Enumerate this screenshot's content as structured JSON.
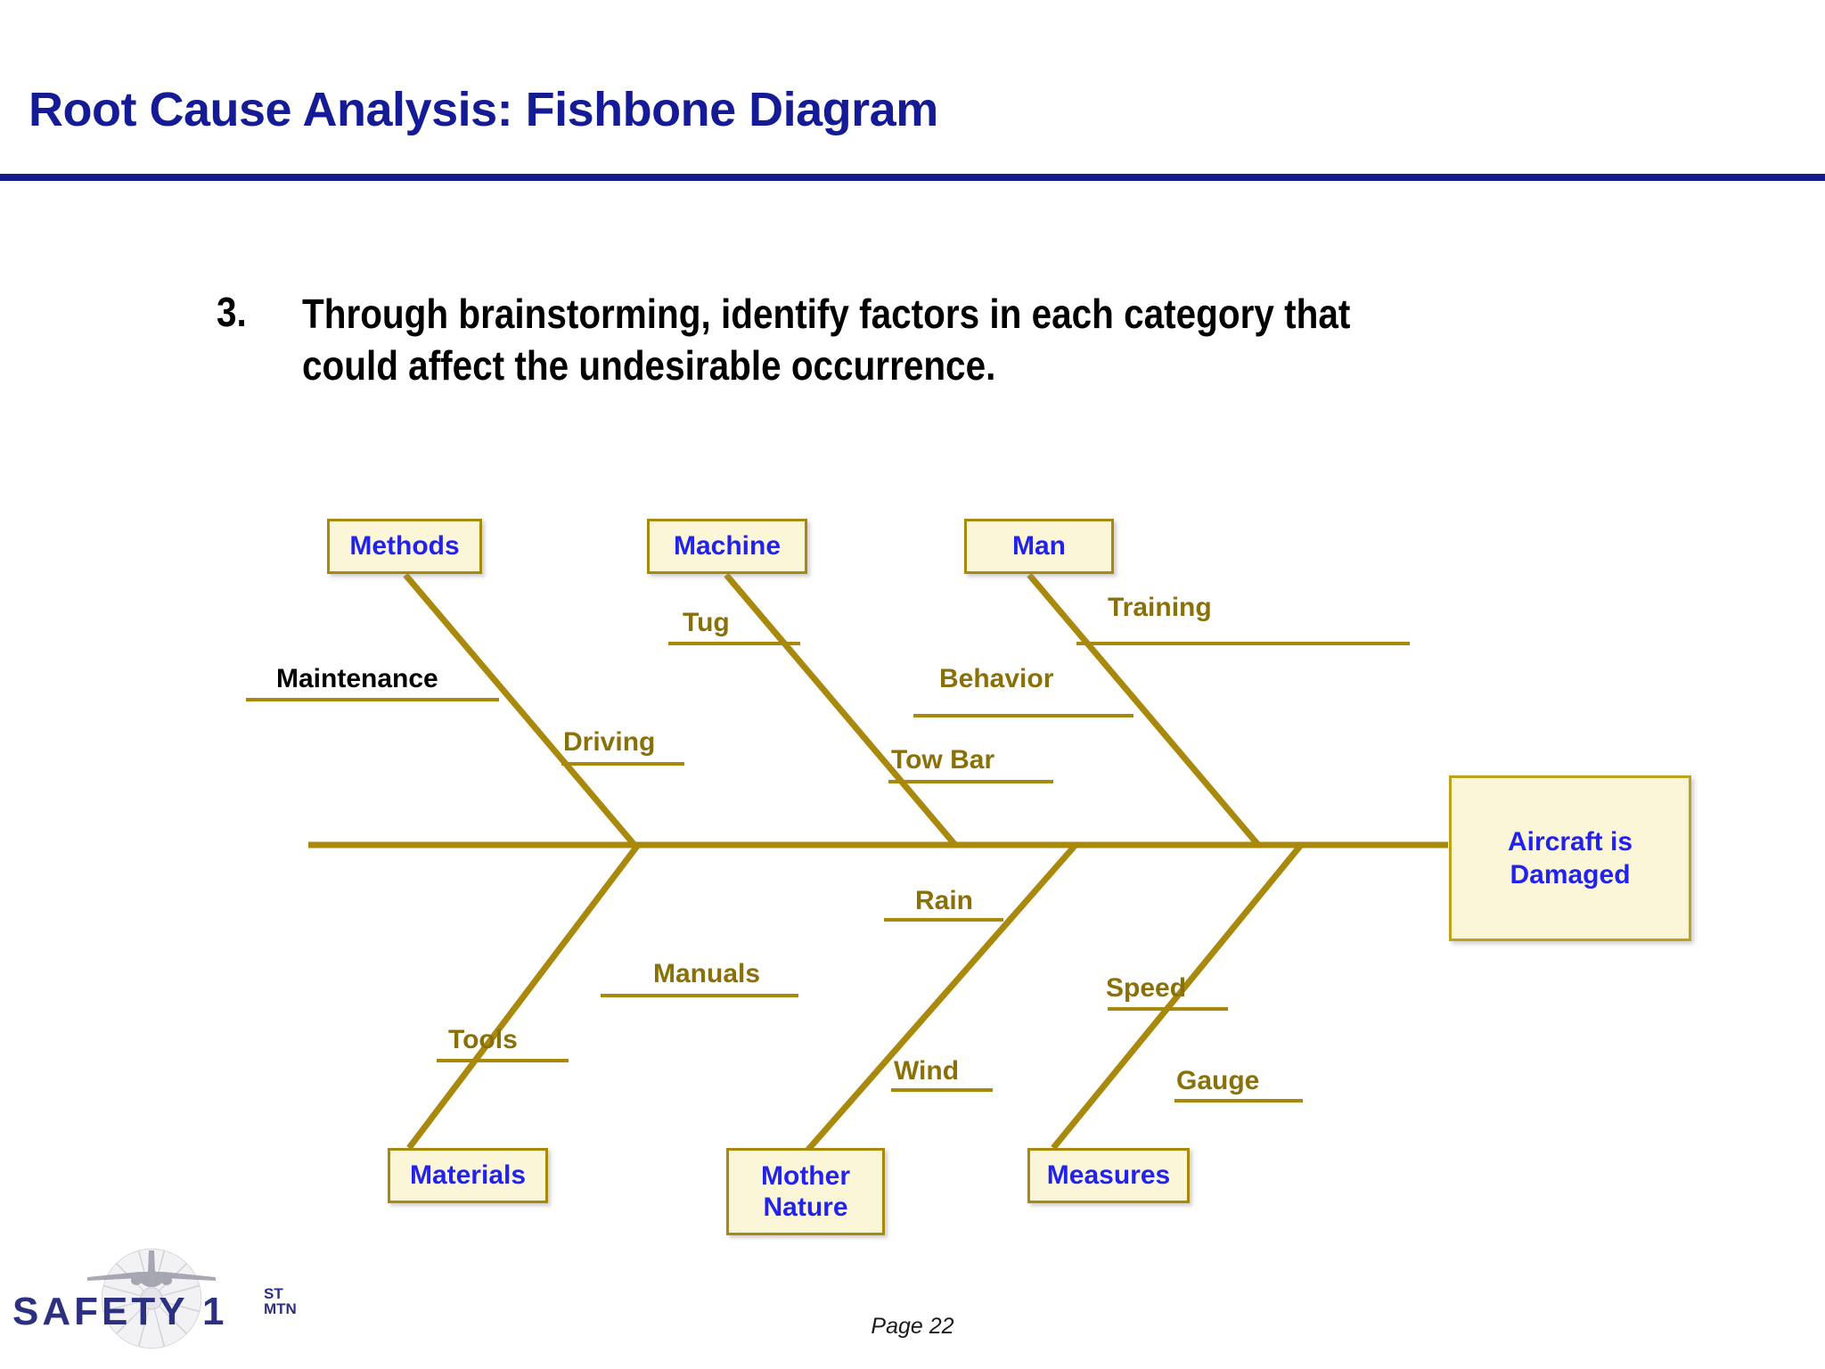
{
  "header": {
    "title": "Root Cause Analysis: Fishbone Diagram",
    "rule_color": "#141B8C",
    "title_color": "#151B94"
  },
  "body": {
    "bullet_number": "3.",
    "bullet_text": "Through brainstorming, identify factors in each category that could affect the undesirable occurrence."
  },
  "colors": {
    "bone": "#A8890B",
    "box_fill": "#FCF6D8",
    "box_border": "#A8890B",
    "box_text": "#2222EE",
    "sub_label": "#8A7008",
    "sub_label_dark": "#000000"
  },
  "diagram": {
    "type": "fishbone",
    "effect": {
      "label_line1": "Aircraft is",
      "label_line2": "Damaged"
    },
    "categories": [
      {
        "name": "Methods",
        "position": "top",
        "causes": [
          {
            "label": "Maintenance",
            "color": "dark"
          },
          {
            "label": "Driving",
            "color": "olive"
          }
        ]
      },
      {
        "name": "Machine",
        "position": "top",
        "causes": [
          {
            "label": "Tug",
            "color": "olive"
          },
          {
            "label": "Tow Bar",
            "color": "olive"
          }
        ]
      },
      {
        "name": "Man",
        "position": "top",
        "causes": [
          {
            "label": "Training",
            "color": "olive"
          },
          {
            "label": "Behavior",
            "color": "olive"
          }
        ]
      },
      {
        "name": "Materials",
        "position": "bottom",
        "causes": [
          {
            "label": "Manuals",
            "color": "olive"
          },
          {
            "label": "Tools",
            "color": "olive"
          }
        ]
      },
      {
        "name": "Mother Nature",
        "name_line1": "Mother",
        "name_line2": "Nature",
        "position": "bottom",
        "causes": [
          {
            "label": "Rain",
            "color": "olive"
          },
          {
            "label": "Wind",
            "color": "olive"
          }
        ]
      },
      {
        "name": "Measures",
        "position": "bottom",
        "causes": [
          {
            "label": "Speed",
            "color": "olive"
          },
          {
            "label": "Gauge",
            "color": "olive"
          }
        ]
      }
    ]
  },
  "footer": {
    "page": "Page 22"
  },
  "logo": {
    "wordmark": "SAFETY 1",
    "superscript_top": "ST",
    "superscript_bottom": "MTN",
    "icon": "turbine-aircraft-logo"
  }
}
